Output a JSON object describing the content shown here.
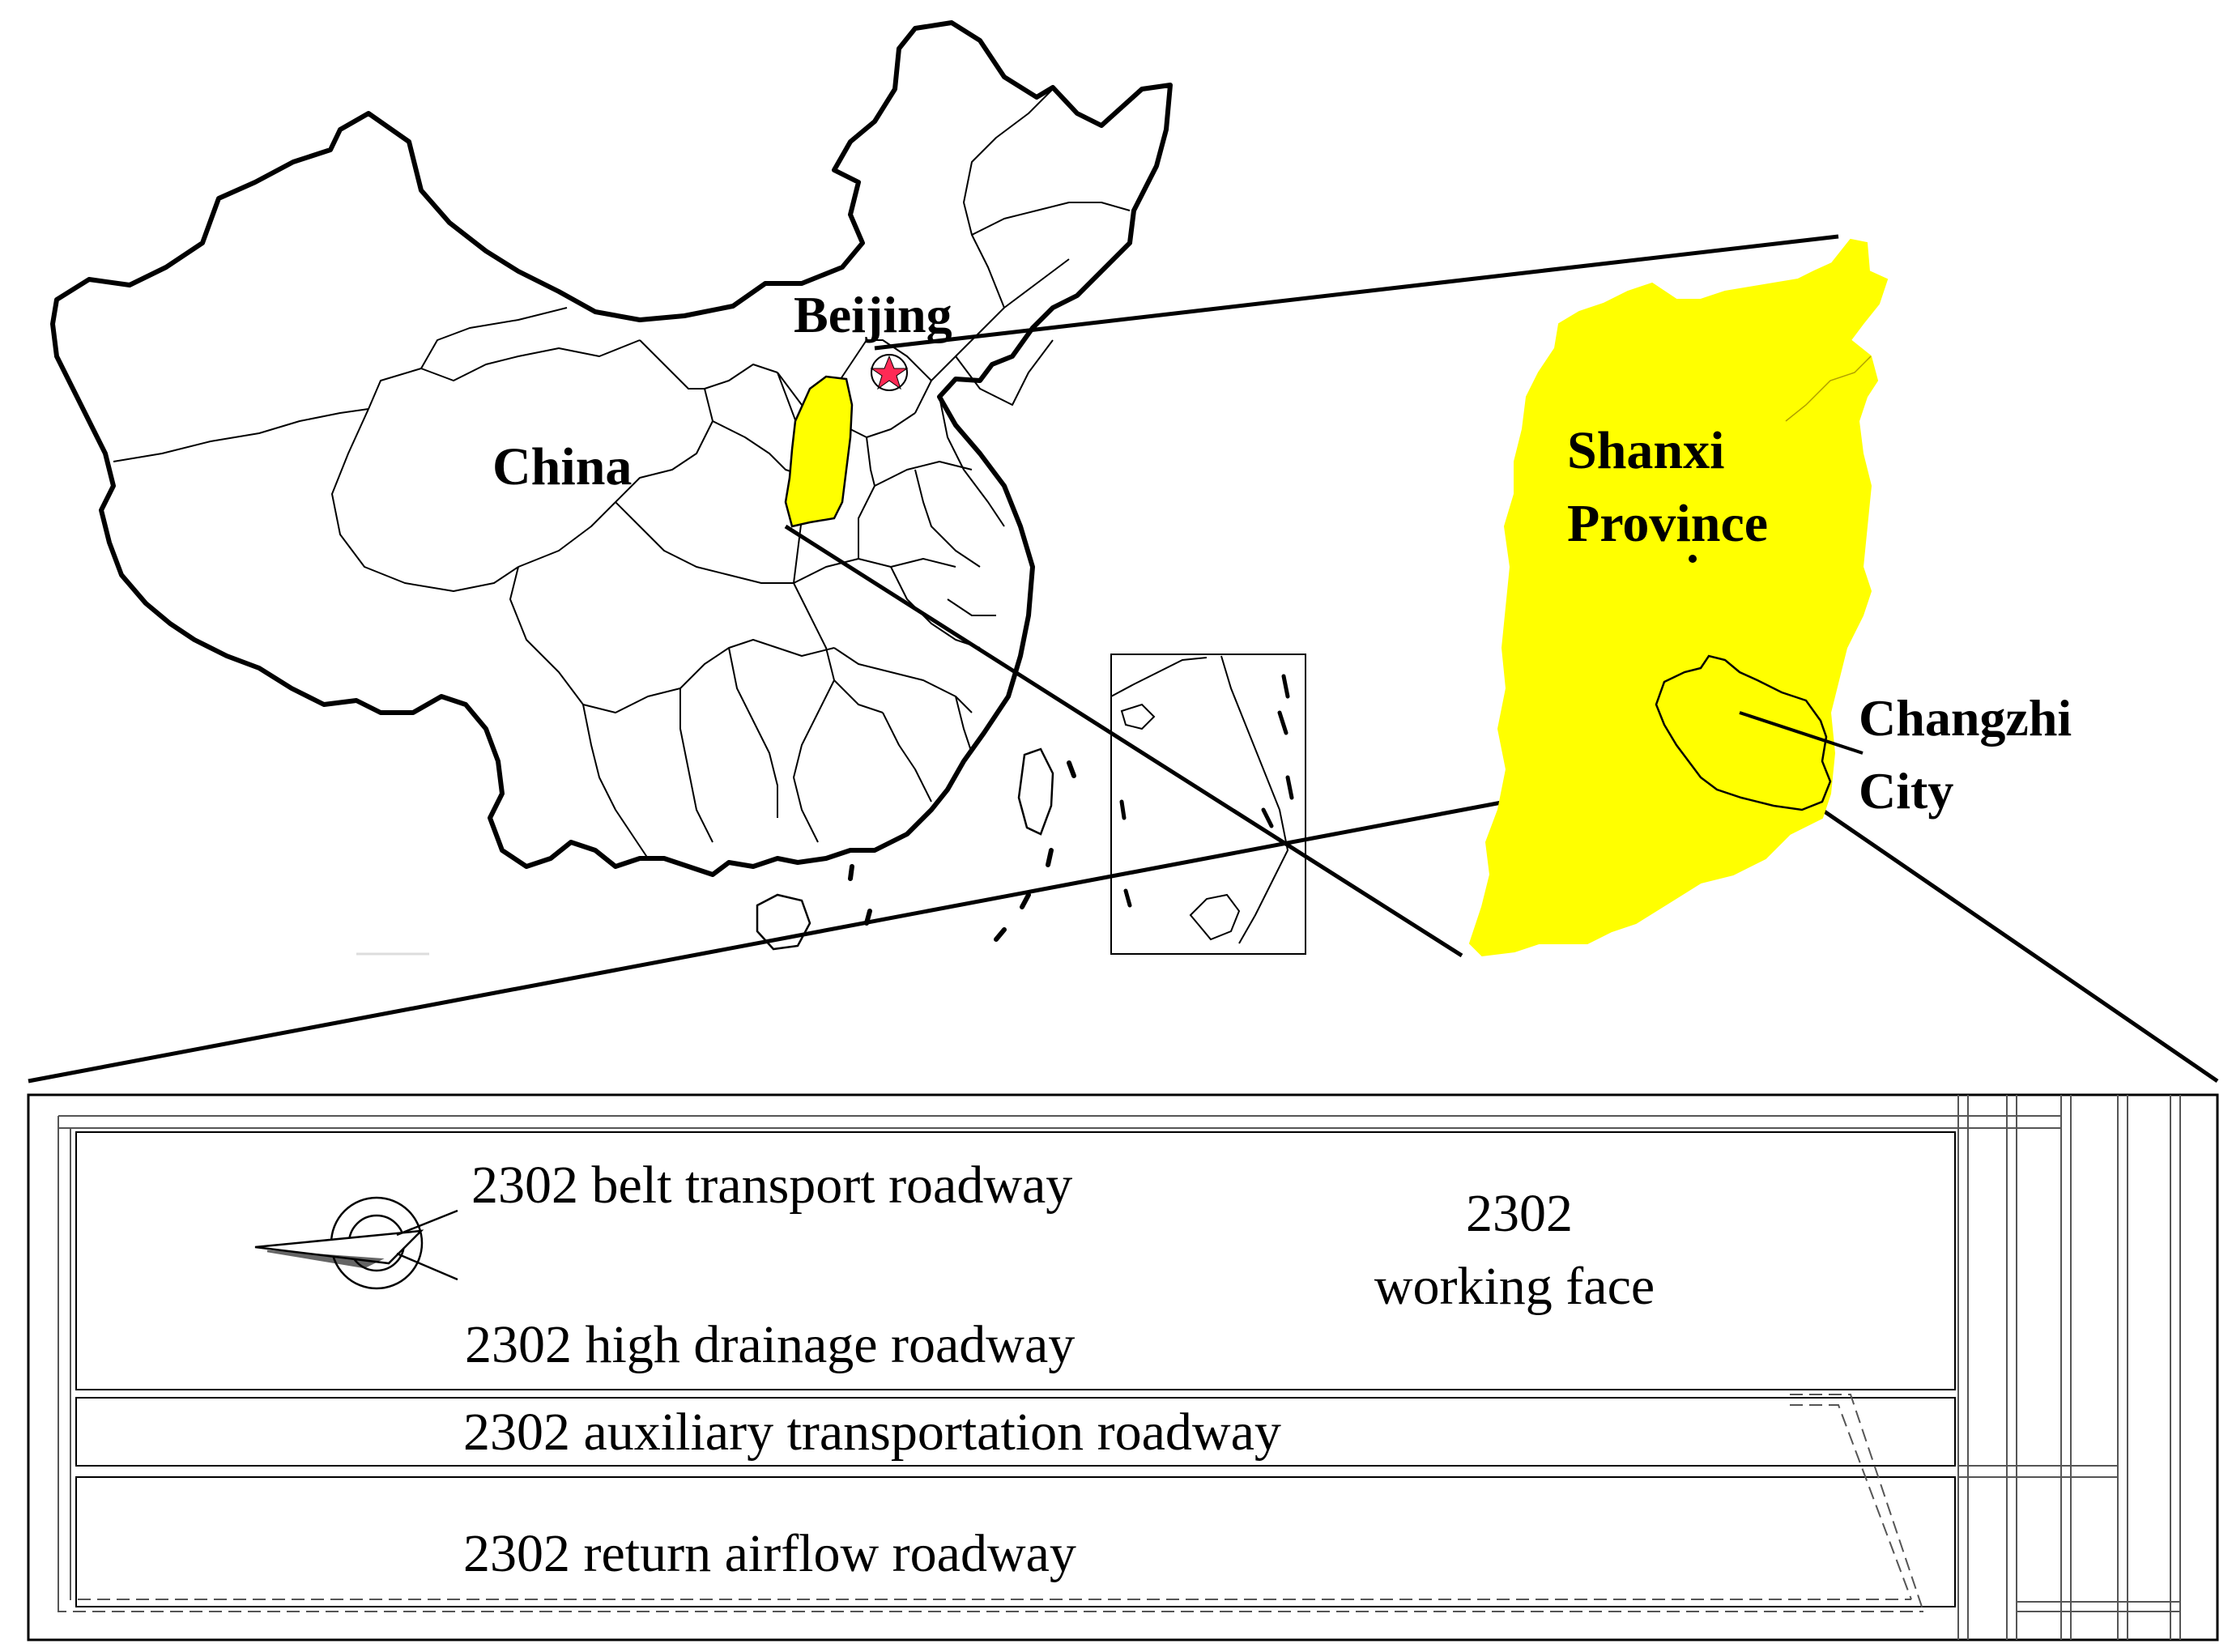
{
  "map": {
    "labels": {
      "beijing": "Beijing",
      "china": "China",
      "shanxi_line1": "Shanxi",
      "shanxi_line2": "Province",
      "changzhi_line1": "Changzhi",
      "changzhi_line2": "City"
    },
    "colors": {
      "province_fill": "#ffff00",
      "capital_star": "#ff2a55",
      "outline": "#000000"
    }
  },
  "mine_plan": {
    "roadways": {
      "belt": "2302 belt transport roadway",
      "high_drainage": "2302 high drainage roadway",
      "auxiliary": "2302 auxiliary transportation roadway",
      "return_airflow": "2302 return airflow roadway"
    },
    "working_face_line1": "2302",
    "working_face_line2": "working face"
  },
  "icons": {
    "compass": "north-arrow-icon",
    "capital": "star-icon"
  }
}
